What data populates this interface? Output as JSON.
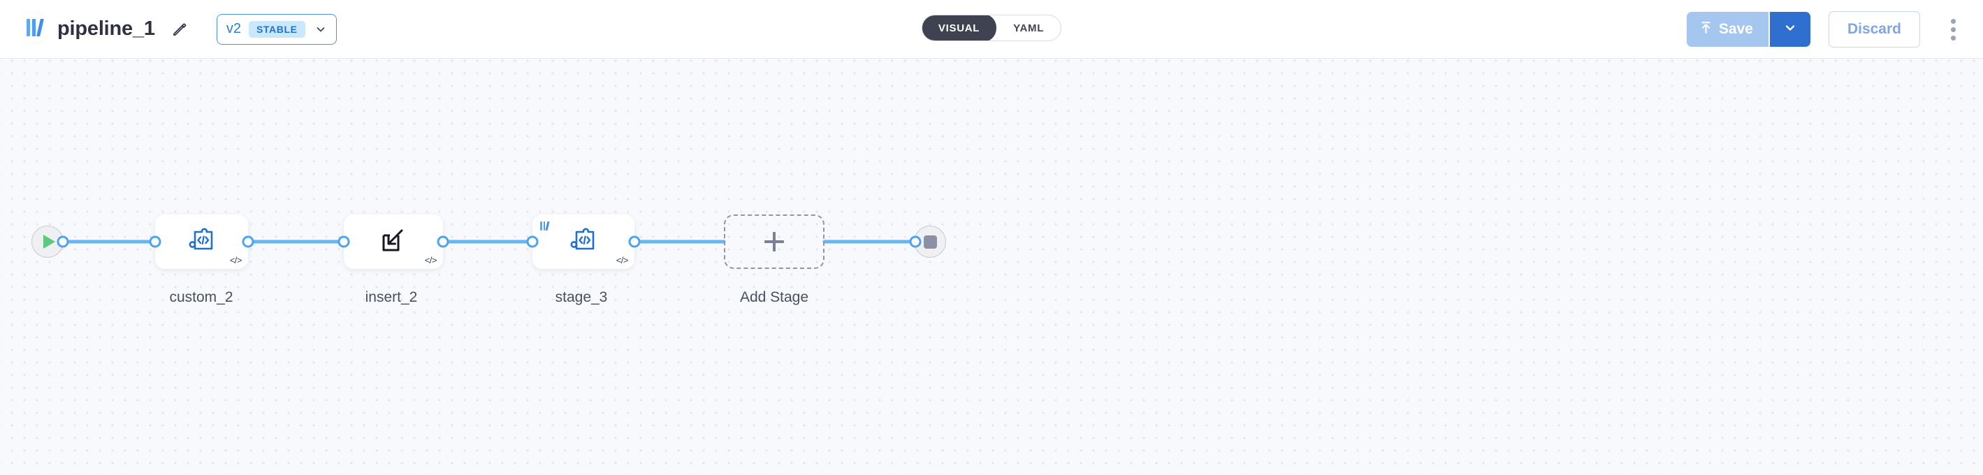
{
  "header": {
    "logo_icon": "bars-logo-icon",
    "title": "pipeline_1",
    "edit_icon": "pencil-icon",
    "version": {
      "label": "v2",
      "badge": "STABLE",
      "chevron_icon": "chevron-down-icon"
    },
    "view_toggle": {
      "options": [
        {
          "label": "VISUAL",
          "active": true
        },
        {
          "label": "YAML",
          "active": false
        }
      ]
    },
    "actions": {
      "save_label": "Save",
      "save_icon": "upload-arrow-icon",
      "save_caret_icon": "chevron-down-icon",
      "discard_label": "Discard",
      "more_icon": "kebab-menu-icon"
    },
    "colors": {
      "accent_blue": "#2f6fd0",
      "save_disabled": "#a5c6ef",
      "toggle_active": "#3f4250",
      "badge_bg": "#cbe7fb",
      "badge_text": "#1f74c8"
    }
  },
  "canvas": {
    "background": "#f8f9fc",
    "dot_color": "#dfe2ea",
    "edge_color": "#67b6ef",
    "handle_color": "#4da3ef",
    "start_node": {
      "name": "start",
      "icon": "play-icon"
    },
    "end_node": {
      "name": "end",
      "icon": "stop-icon"
    },
    "nodes": [
      {
        "label": "custom_2",
        "icon": "puzzle-code-icon",
        "badge": "</>",
        "has_logo_badge": false
      },
      {
        "label": "insert_2",
        "icon": "insert-arrow-icon",
        "badge": "</>",
        "has_logo_badge": false
      },
      {
        "label": "stage_3",
        "icon": "puzzle-code-icon",
        "badge": "</>",
        "has_logo_badge": true
      }
    ],
    "add_stage": {
      "label": "Add Stage",
      "icon": "plus-icon"
    }
  }
}
